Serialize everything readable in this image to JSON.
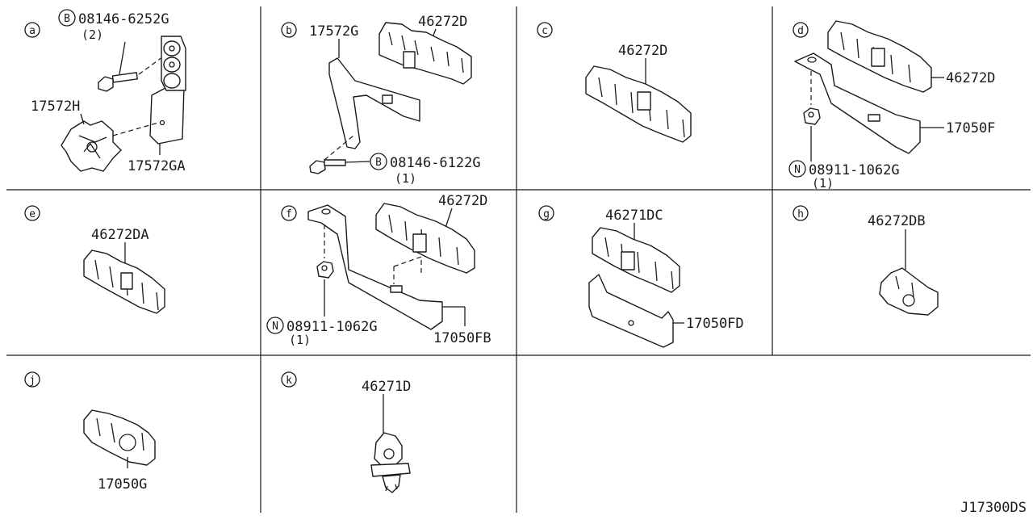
{
  "diagram": {
    "code": "J17300DS",
    "sections": {
      "a": {
        "letter": "a",
        "bolt_marker": "B",
        "bolt_part": "08146-6252G",
        "bolt_qty": "(2)",
        "part1": "17572H",
        "part2": "17572GA"
      },
      "b": {
        "letter": "b",
        "part1": "17572G",
        "part2": "46272D",
        "bolt_marker": "B",
        "bolt_part": "08146-6122G",
        "bolt_qty": "(1)"
      },
      "c": {
        "letter": "c",
        "part1": "46272D"
      },
      "d": {
        "letter": "d",
        "part1": "46272D",
        "part2": "17050F",
        "nut_marker": "N",
        "nut_part": "08911-1062G",
        "nut_qty": "(1)"
      },
      "e": {
        "letter": "e",
        "part1": "46272DA"
      },
      "f": {
        "letter": "f",
        "part1": "46272D",
        "part2": "17050FB",
        "nut_marker": "N",
        "nut_part": "08911-1062G",
        "nut_qty": "(1)"
      },
      "g": {
        "letter": "g",
        "part1": "46271DC",
        "part2": "17050FD"
      },
      "h": {
        "letter": "h",
        "part1": "46272DB"
      },
      "j": {
        "letter": "j",
        "part1": "17050G"
      },
      "k": {
        "letter": "k",
        "part1": "46271D"
      }
    }
  }
}
